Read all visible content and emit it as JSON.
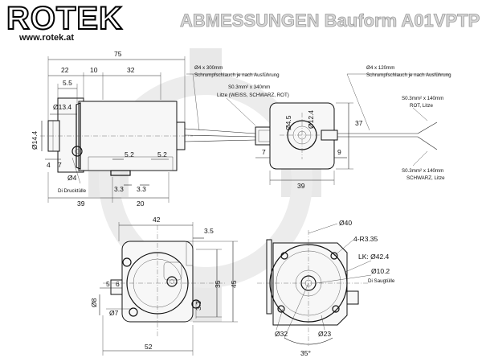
{
  "header": {
    "logo_text": "ROTEK",
    "website": "www.rotek.at",
    "title": "ABMESSUNGEN Bauform A01VPTP"
  },
  "side_view": {
    "dims": {
      "overall": "75",
      "d22": "22",
      "d10": "10",
      "d32": "32",
      "d5_5": "5.5",
      "dia13_4": "Ø13.4",
      "dia14_4": "Ø14.4",
      "d4": "4",
      "d7": "7",
      "dia4": "Ø4",
      "d5_2a": "5.2",
      "d5_2b": "5.2",
      "d3_3a": "3.3",
      "d3_3b": "3.3",
      "d39": "39",
      "d20": "20"
    },
    "label_outlet": "Di Drucktülle"
  },
  "cable": {
    "shrink_left": "Ø4 x 300mm",
    "shrink_left_note": "Schrumpfschlauch je nach Ausführung",
    "wire_spec": "S0.3mm² x 340mm",
    "wire_colors": "Litze (WEISS, SCHWARZ, ROT)",
    "shrink_right": "Ø4 x 120mm",
    "shrink_right_note": "Schrumpfschlauch je nach Ausführung",
    "wire_red_spec": "S0.3mm² x 140mm",
    "wire_red": "ROT, Litze",
    "wire_black_spec": "S0.3mm² x 140mm",
    "wire_black": "SCHWARZ, Litze"
  },
  "connector": {
    "dia4_5": "Ø4.5",
    "dia12_4": "Ø12.4",
    "d37": "37",
    "d7": "7",
    "d9": "9",
    "d39": "39"
  },
  "front_view": {
    "d42": "42",
    "d3_5": "3.5",
    "d35": "35",
    "d45": "45",
    "d5": "5",
    "d6": "6",
    "dia8": "Ø8",
    "dia7": "Ø7",
    "d3_3": "3.3",
    "d52": "52"
  },
  "rear_view": {
    "dia40": "Ø40",
    "radius": "4-R3.35",
    "pcd": "LK: Ø42.4",
    "dia10_2": "Ø10.2",
    "inlet": "Di Saugtülle",
    "dia32": "Ø32",
    "dia23": "Ø23",
    "angle": "35°"
  }
}
